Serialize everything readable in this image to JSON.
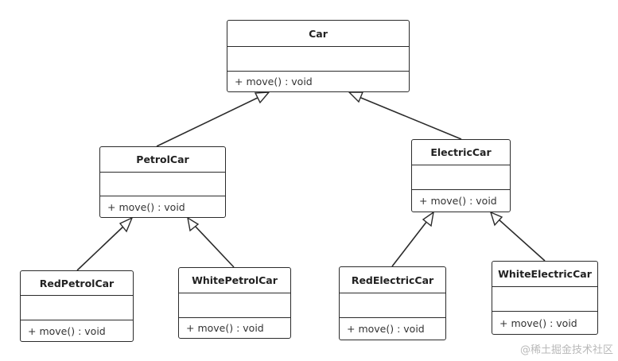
{
  "classes": {
    "car": {
      "name": "Car",
      "operation": "+ move() : void"
    },
    "petrol_car": {
      "name": "PetrolCar",
      "operation": "+ move() : void"
    },
    "electric_car": {
      "name": "ElectricCar",
      "operation": "+ move() : void"
    },
    "red_petrol_car": {
      "name": "RedPetrolCar",
      "operation": "+ move() : void"
    },
    "white_petrol_car": {
      "name": "WhitePetrolCar",
      "operation": "+ move() : void"
    },
    "red_electric_car": {
      "name": "RedElectricCar",
      "operation": "+ move() : void"
    },
    "white_electric_car": {
      "name": "WhiteElectricCar",
      "operation": "+ move() : void"
    }
  },
  "relations": [
    {
      "type": "generalization",
      "from": "petrol_car",
      "to": "car"
    },
    {
      "type": "generalization",
      "from": "electric_car",
      "to": "car"
    },
    {
      "type": "generalization",
      "from": "red_petrol_car",
      "to": "petrol_car"
    },
    {
      "type": "generalization",
      "from": "white_petrol_car",
      "to": "petrol_car"
    },
    {
      "type": "generalization",
      "from": "red_electric_car",
      "to": "electric_car"
    },
    {
      "type": "generalization",
      "from": "white_electric_car",
      "to": "electric_car"
    }
  ],
  "watermark": "@稀土掘金技术社区",
  "colors": {
    "stroke": "#2b2b2b",
    "background": "#ffffff",
    "watermark": "#b9b9b9"
  }
}
